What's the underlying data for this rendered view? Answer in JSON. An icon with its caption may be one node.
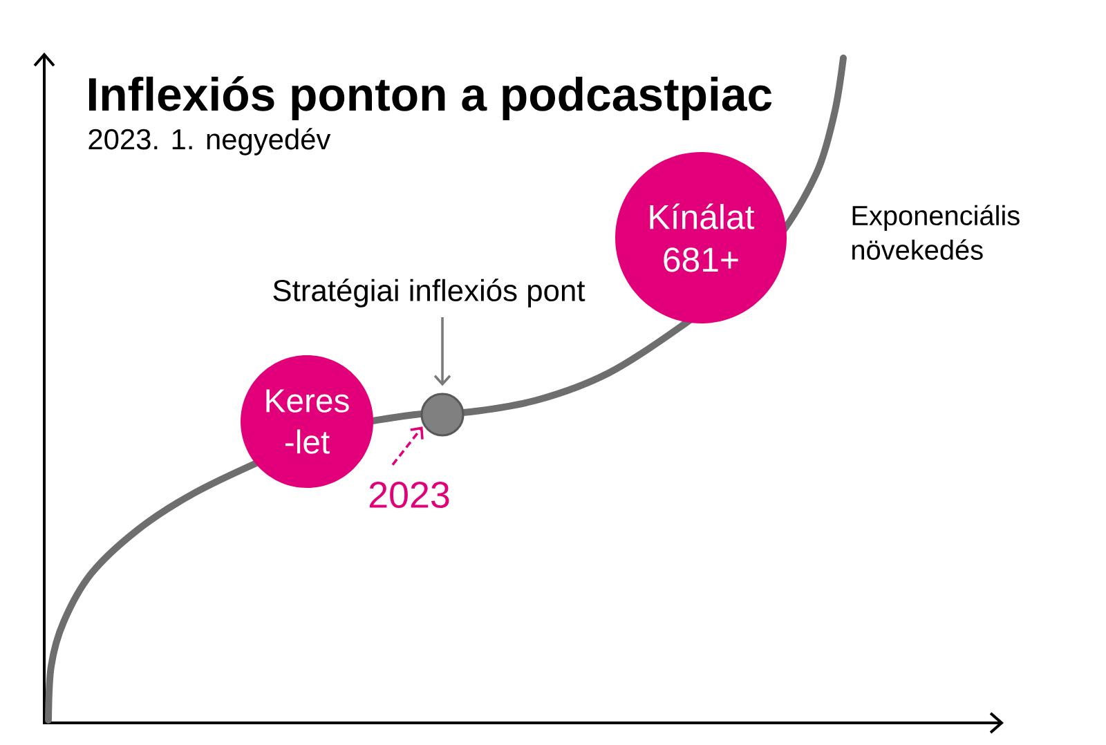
{
  "diagram": {
    "title": "Inflexiós ponton a podcastpiac",
    "nodes": [
      {
        "text": [
          "Keres -let"
        ]
      },
      {
        "text": [
          "Kínálat 681+"
        ]
      },
      {
        "text": [],
        "shape": "circle"
      },
      {
        "text": [
          "Stratégiai inflexiós pont"
        ]
      },
      {
        "text": [
          "2023"
        ]
      }
    ],
    "edges": [
      {
        "from": 3,
        "to": 2,
        "arrow": "to"
      },
      {
        "from": 4,
        "to": 2,
        "arrow": "to",
        "style": "dashed",
        "color": "#e2007a"
      }
    ],
    "labels": [
      "2023. 1. negyedév",
      "Exponenciális növekedés"
    ]
  }
}
